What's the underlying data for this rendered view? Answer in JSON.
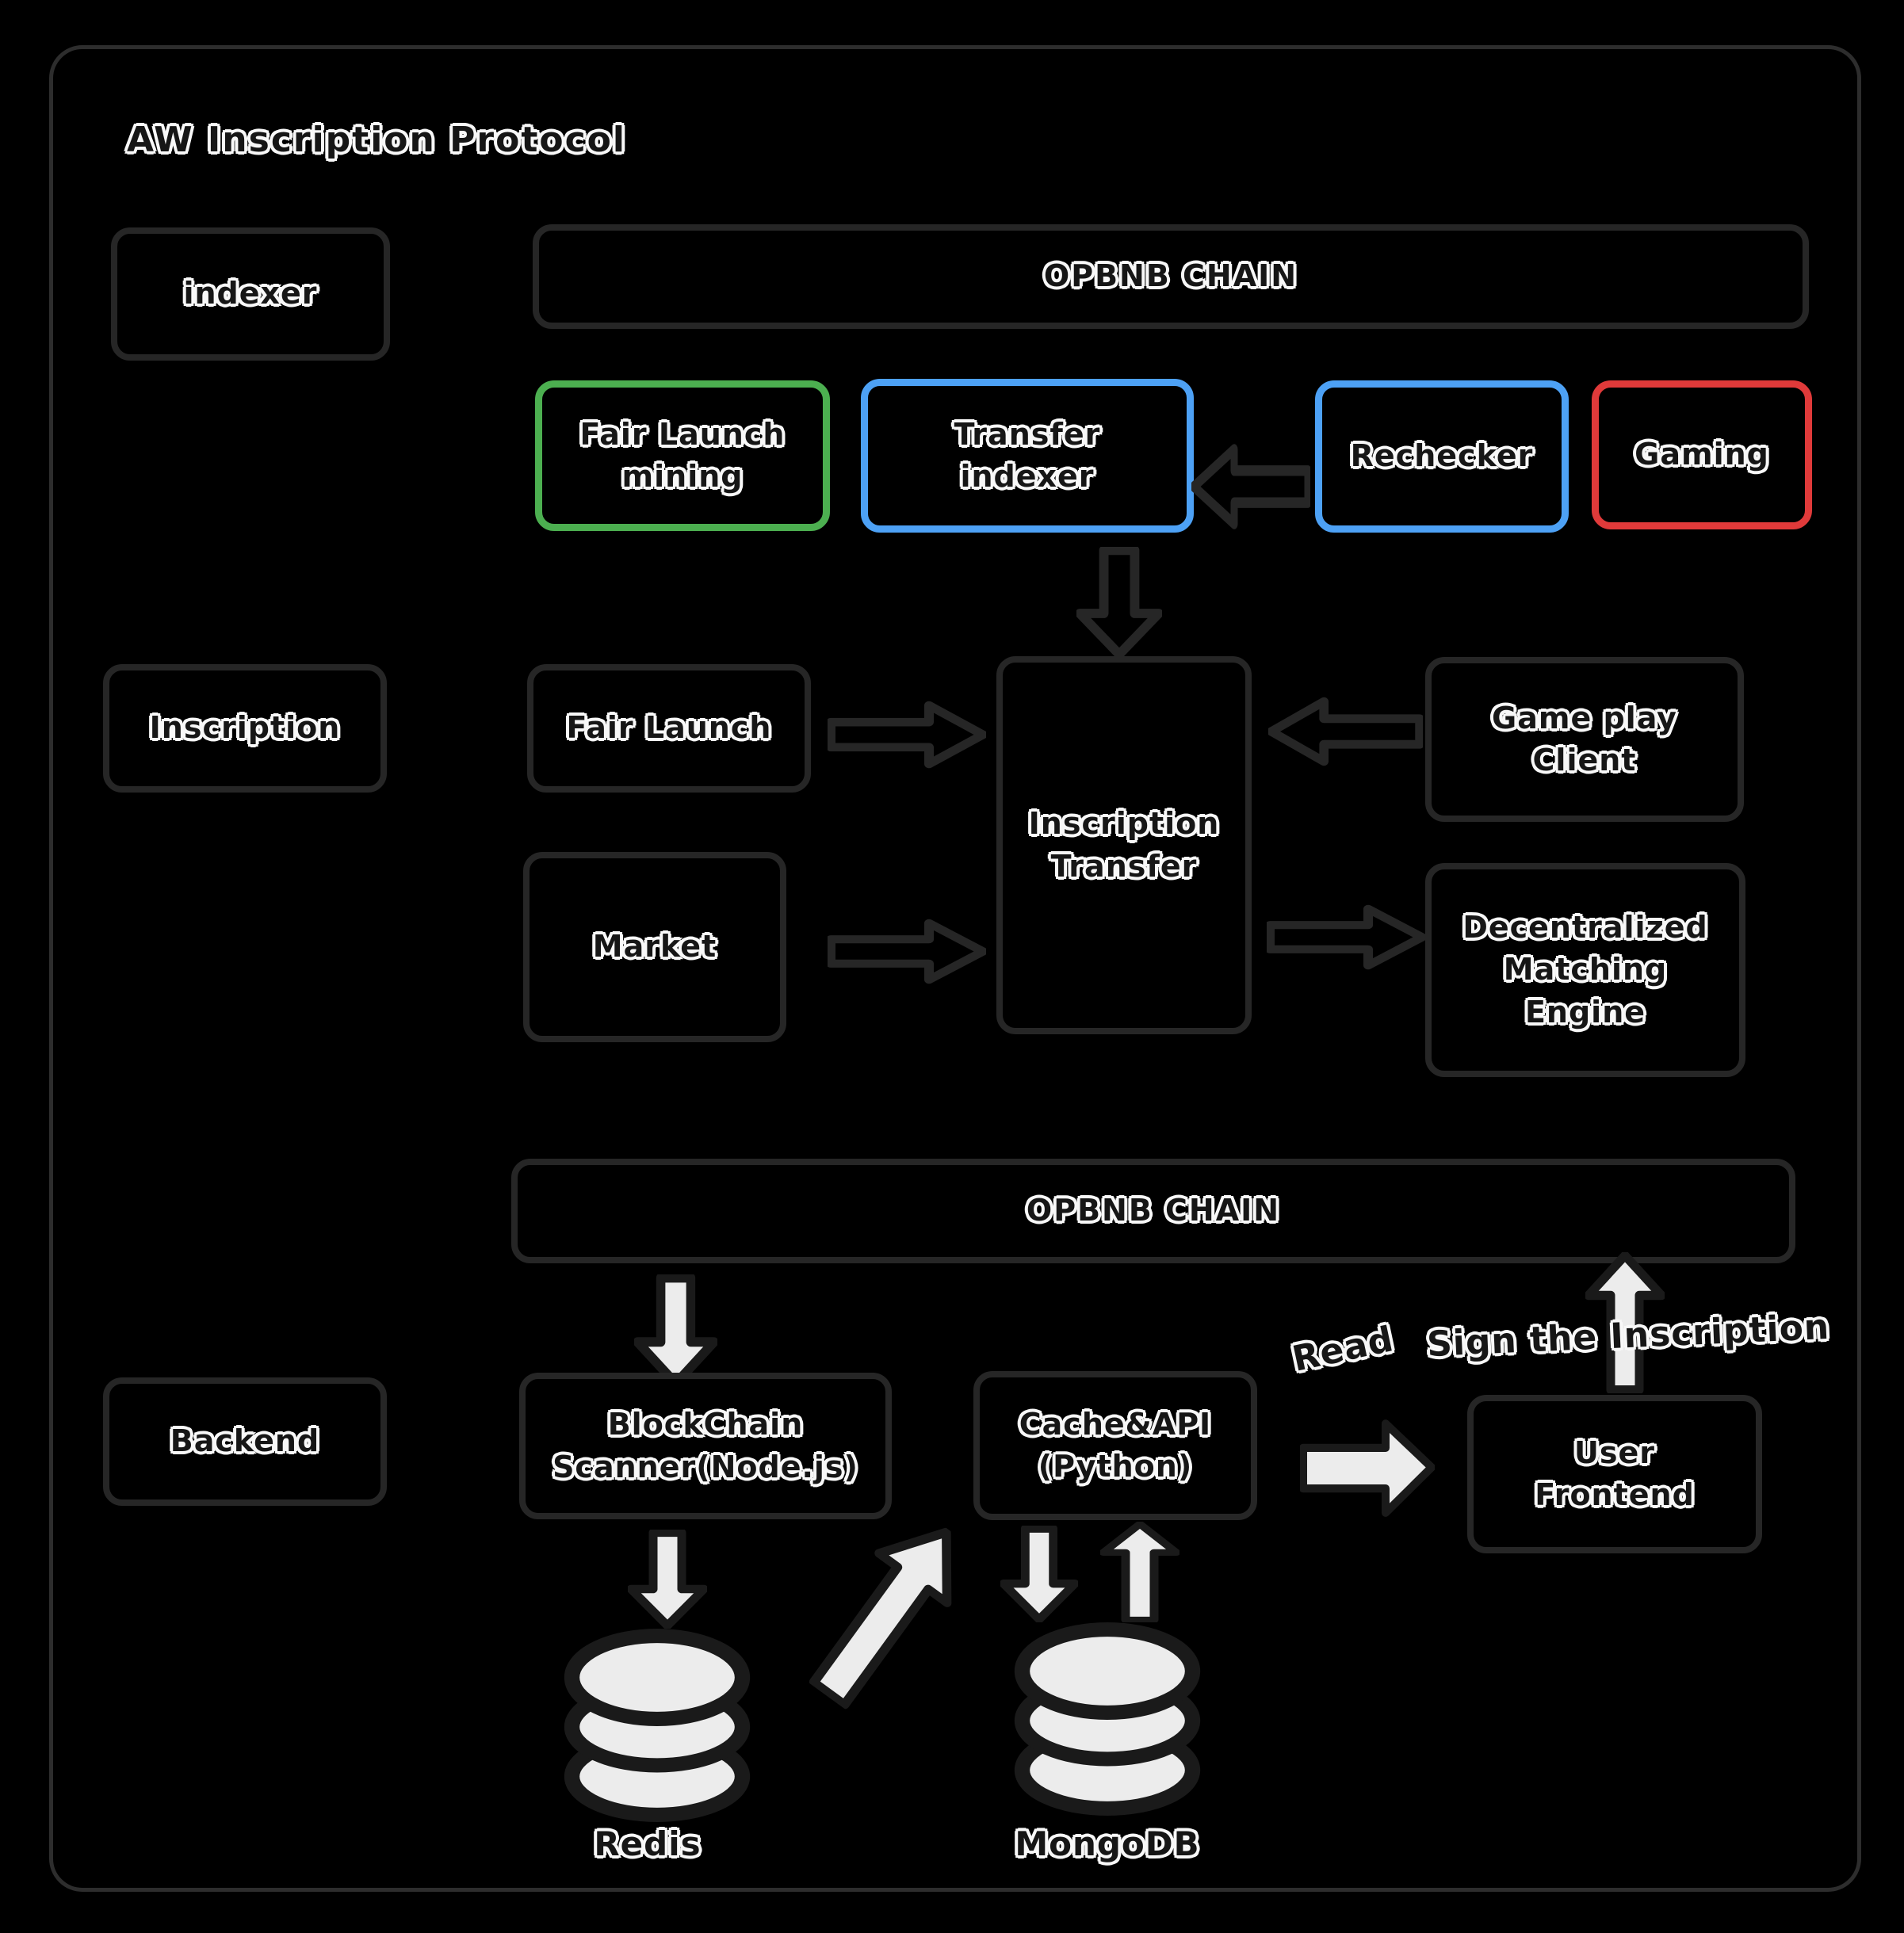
{
  "title": "AW Inscription Protocol",
  "palette": {
    "background": "#000000",
    "box_border": "#262626",
    "green_accent": "#4caf50",
    "blue_accent": "#4da1f5",
    "red_accent": "#e03a3a",
    "light_arrow_fill": "#ececec",
    "text_fill": "#161616",
    "text_outline": "#f8f8f8"
  },
  "layers": {
    "indexer": {
      "label": "indexer",
      "chain": "OPBNB CHAIN",
      "nodes": {
        "fair_launch_mining": "Fair Launch\nmining",
        "transfer_indexer": "Transfer\nindexer",
        "rechecker": "Rechecker",
        "gaming": "Gaming"
      }
    },
    "inscription": {
      "label": "Inscription",
      "nodes": {
        "fair_launch": "Fair Launch",
        "market": "Market",
        "inscription_transfer": "Inscription\nTransfer",
        "game_play_client": "Game play\nClient",
        "matching_engine": "Decentralized\nMatching\nEngine"
      }
    },
    "backend": {
      "label": "Backend",
      "chain": "OPBNB CHAIN",
      "nodes": {
        "blockchain_scanner": "BlockChain\nScanner(Node.js)",
        "cache_api": "Cache&API\n(Python)",
        "user_frontend": "User\nFrontend",
        "redis": "Redis",
        "mongodb": "MongoDB"
      },
      "annotations": {
        "read": "Read",
        "sign": "Sign the Inscription"
      }
    }
  }
}
